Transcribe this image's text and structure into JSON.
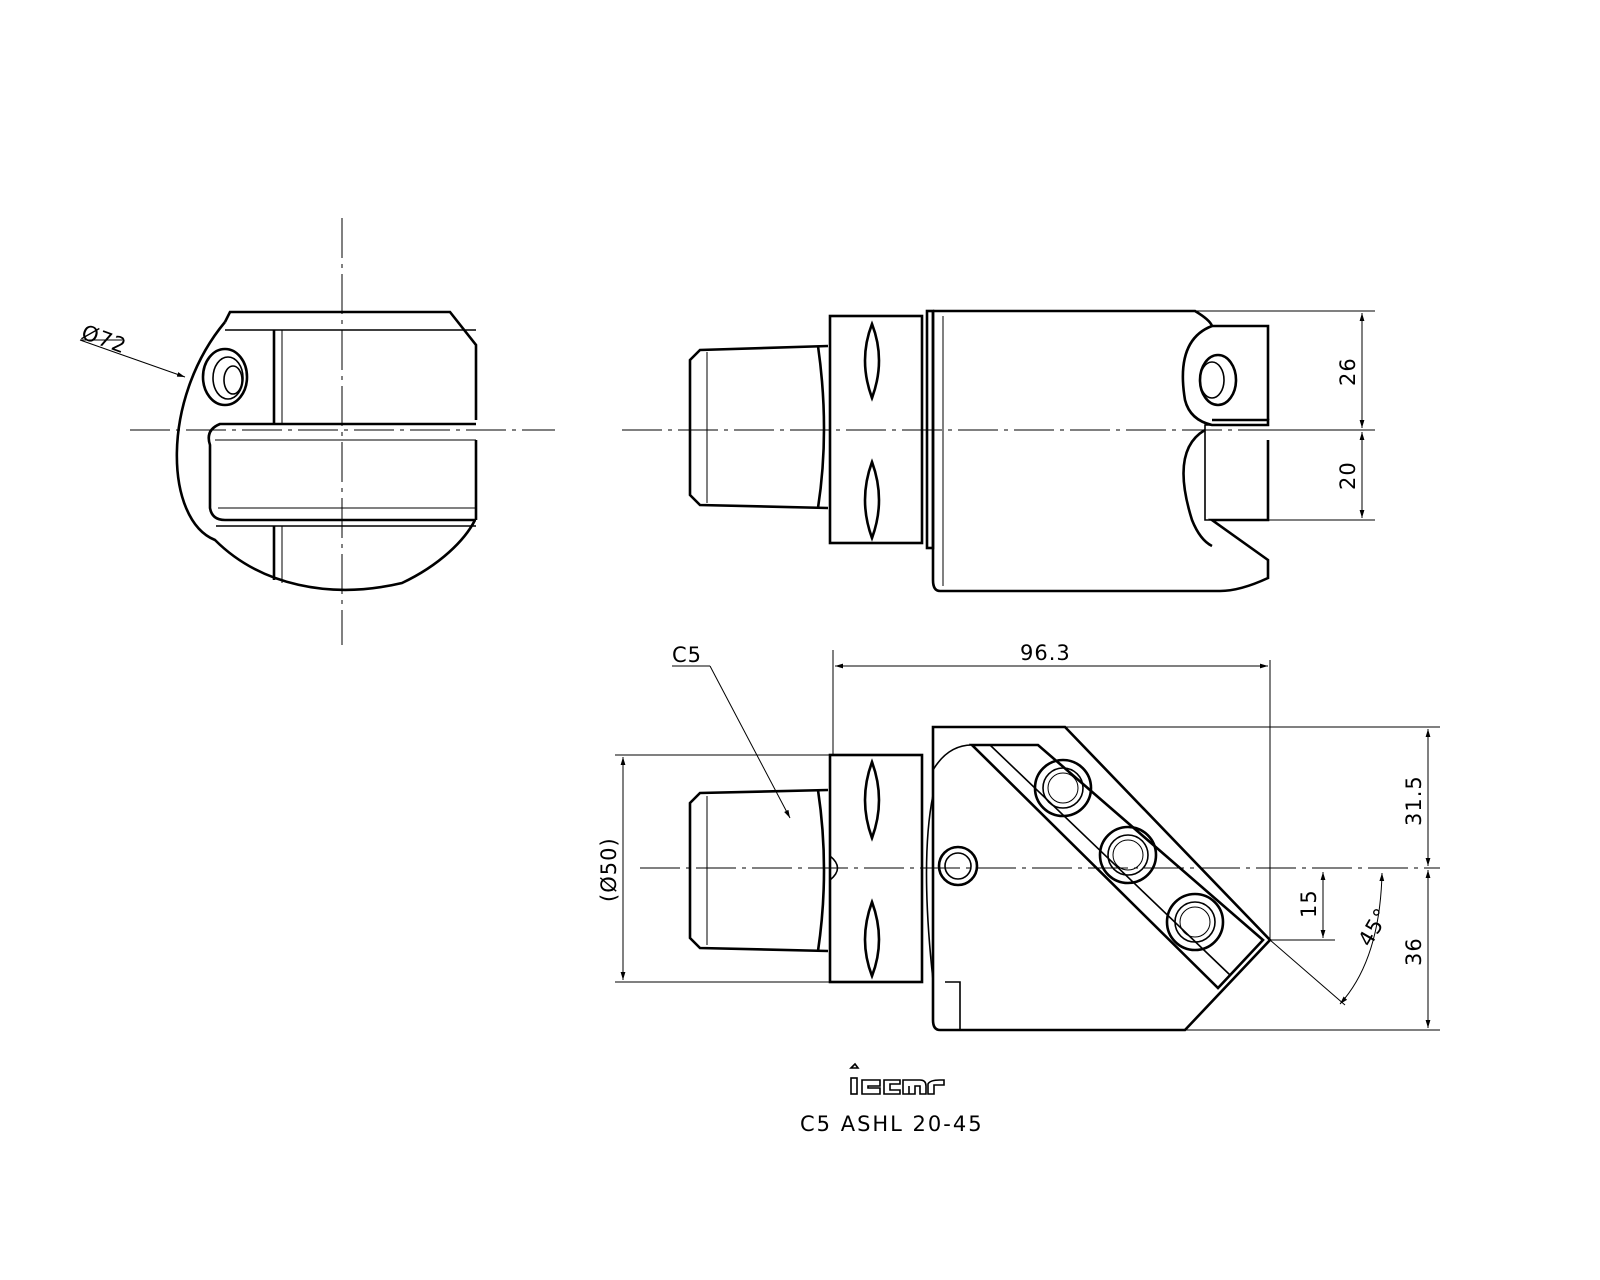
{
  "dimensions": {
    "dia72": "Ø72",
    "h26": "26",
    "h20": "20",
    "c5_leader": "C5",
    "len96": "96.3",
    "dia50": "(Ø50)",
    "h31": "31.5",
    "h15": "15",
    "angle45": "45°",
    "h36": "36"
  },
  "title_block": {
    "logo_text": "iscar",
    "part_number": "C5 ASHL 20-45"
  },
  "colors": {
    "ink": "#000000",
    "paper": "#ffffff"
  }
}
